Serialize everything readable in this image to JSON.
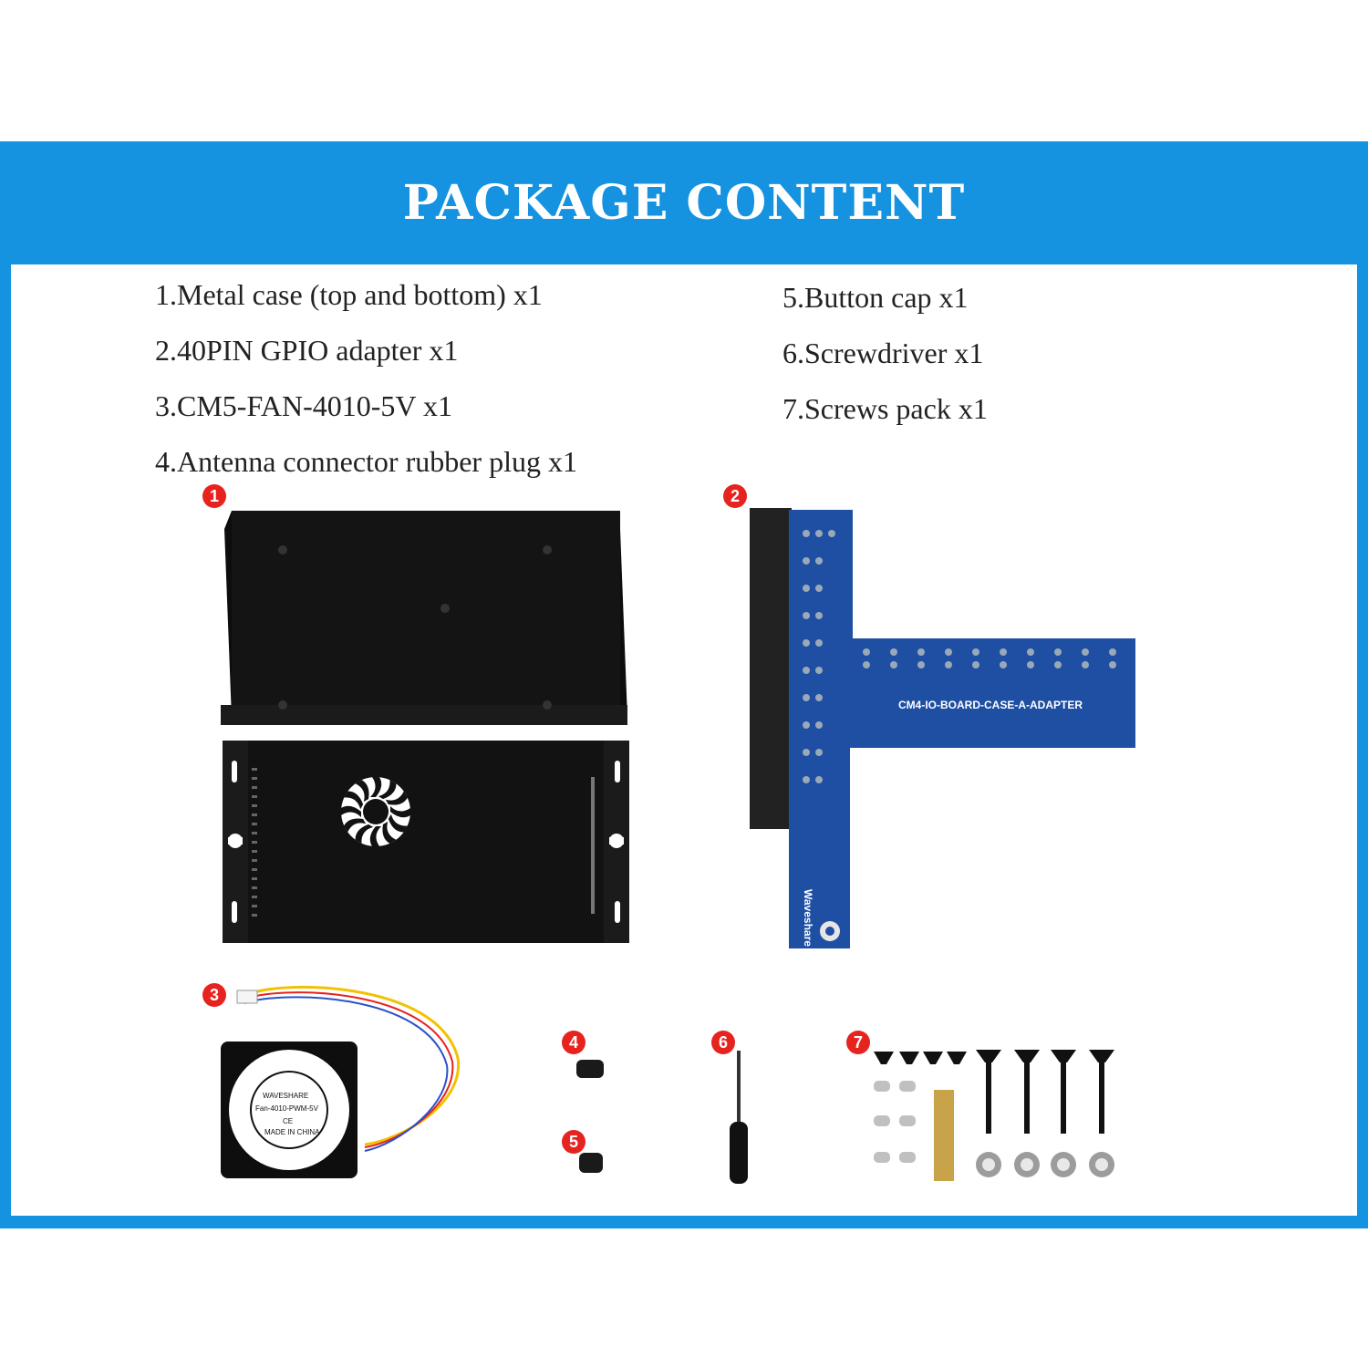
{
  "header": {
    "title": "PACKAGE CONTENT"
  },
  "list_left": [
    "1.Metal case (top and bottom) x1",
    "2.40PIN GPIO adapter x1",
    "3.CM5-FAN-4010-5V x1",
    "4.Antenna connector rubber plug x1"
  ],
  "list_right": [
    "5.Button cap x1",
    "6.Screwdriver x1",
    "7.Screws pack x1"
  ],
  "badges": [
    "1",
    "2",
    "3",
    "4",
    "5",
    "6",
    "7"
  ],
  "board": {
    "label": "CM4-IO-BOARD-CASE-A-ADAPTER",
    "brand": "Waveshare"
  },
  "fan": {
    "brand": "WAVESHARE",
    "model": "Fan-4010-PWM-5V",
    "origin": "MADE IN CHINA",
    "mark": "CE"
  },
  "colors": {
    "frame": "#1592e0",
    "badge": "#e6231f",
    "board": "#1e4fa3",
    "case": "#111111"
  }
}
